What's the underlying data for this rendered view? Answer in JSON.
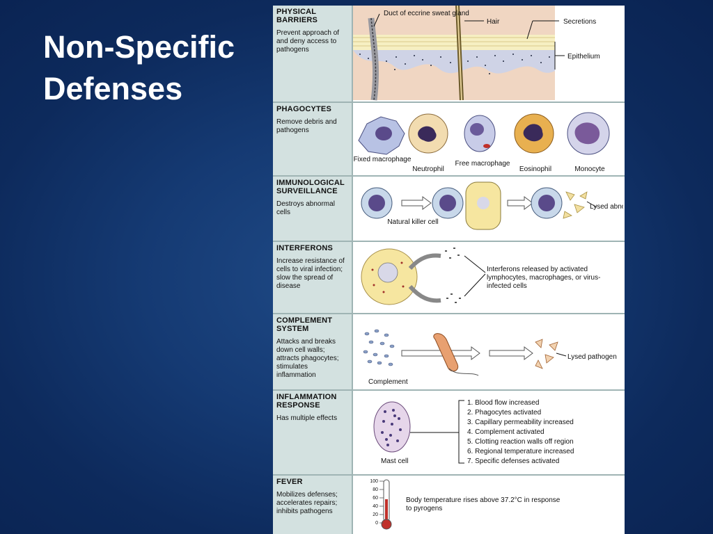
{
  "title": {
    "line1": "Non-Specific",
    "line2": "Defenses"
  },
  "rows": [
    {
      "heading": "PHYSICAL BARRIERS",
      "description": "Prevent approach of and deny access to pathogens",
      "labels": {
        "duct": "Duct of eccrine sweat gland",
        "hair": "Hair",
        "secretions": "Secretions",
        "epithelium": "Epithelium"
      }
    },
    {
      "heading": "PHAGOCYTES",
      "description": "Remove debris and pathogens",
      "cells": [
        "Fixed macrophage",
        "Neutrophil",
        "Free macrophage",
        "Eosinophil",
        "Monocyte"
      ]
    },
    {
      "heading": "IMMUNOLOGICAL SURVEILLANCE",
      "description": "Destroys abnormal cells",
      "labels": {
        "nk": "Natural killer cell",
        "lysed": "Lysed abnormal cell"
      }
    },
    {
      "heading": "INTERFERONS",
      "description": "Increase resistance of cells to viral infection; slow the spread of disease",
      "labels": {
        "released": "Interferons released by activated lymphocytes, macrophages, or virus-infected cells"
      }
    },
    {
      "heading": "COMPLEMENT SYSTEM",
      "description": "Attacks and breaks down cell walls; attracts phagocytes; stimulates inflammation",
      "labels": {
        "complement": "Complement",
        "lysed": "Lysed pathogen"
      }
    },
    {
      "heading": "INFLAMMATION RESPONSE",
      "description": "Has multiple effects",
      "labels": {
        "mast": "Mast cell"
      },
      "effects": [
        "1. Blood flow increased",
        "2. Phagocytes activated",
        "3. Capillary permeability increased",
        "4. Complement activated",
        "5. Clotting reaction walls off region",
        "6. Regional temperature increased",
        "7. Specific defenses activated"
      ]
    },
    {
      "heading": "FEVER",
      "description": "Mobilizes defenses; accelerates repairs; inhibits pathogens",
      "thermometer_ticks": [
        "100",
        "80",
        "60",
        "40",
        "20",
        "0"
      ],
      "labels": {
        "temp": "Body temperature rises above 37.2°C in response to pyrogens"
      }
    }
  ]
}
